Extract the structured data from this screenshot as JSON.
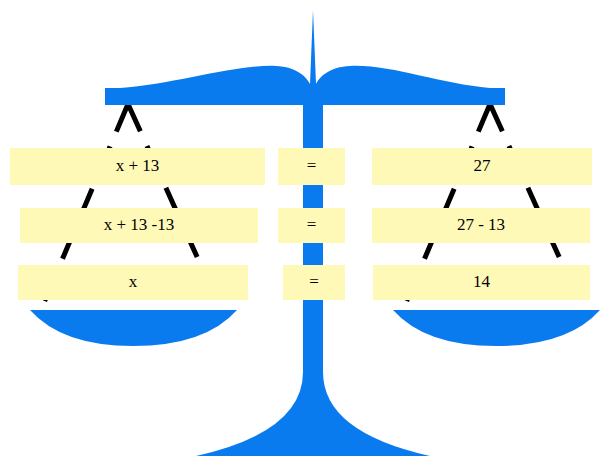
{
  "diagram": {
    "nodes": [
      {
        "text": [
          "x + 13"
        ]
      },
      {
        "text": [
          "="
        ]
      },
      {
        "text": [
          "27"
        ]
      },
      {
        "text": [
          "x + 13 -13"
        ]
      },
      {
        "text": [
          "="
        ]
      },
      {
        "text": [
          "27 - 13"
        ]
      },
      {
        "text": [
          "x"
        ]
      },
      {
        "text": [
          "="
        ]
      },
      {
        "text": [
          "14"
        ]
      }
    ]
  }
}
